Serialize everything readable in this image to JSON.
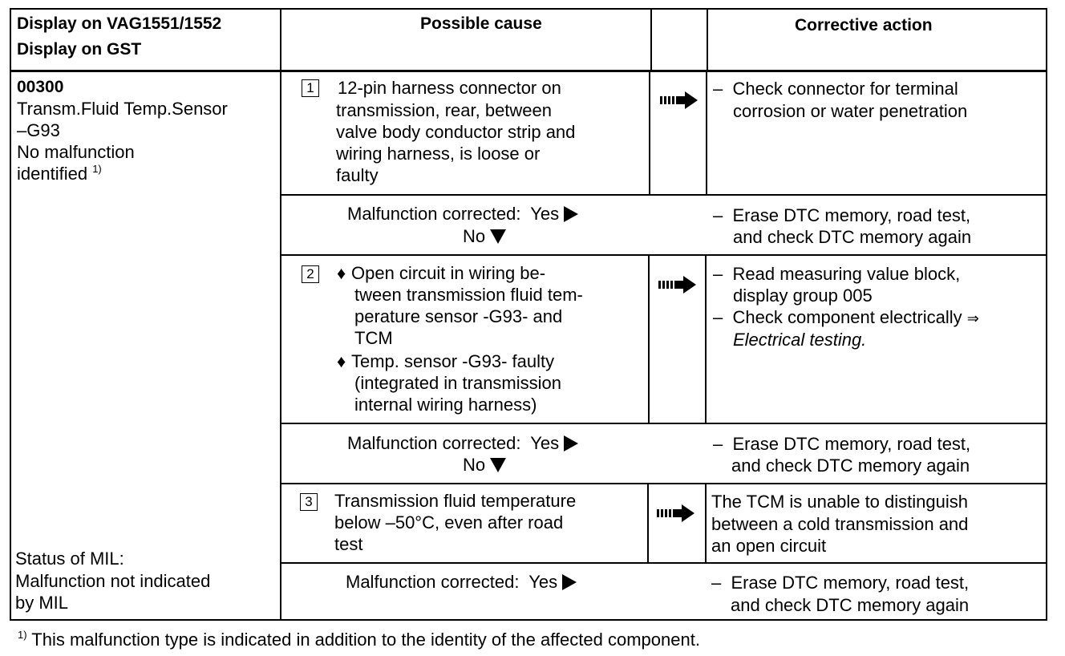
{
  "header": {
    "col1_line1": "Display on VAG1551/1552",
    "col1_line2": "Display on GST",
    "col2": "Possible cause",
    "col4": "Corrective action"
  },
  "left_column": {
    "code": "00300",
    "line1": "Transm.Fluid Temp.Sensor",
    "line2": "–G93",
    "line3": "No malfunction",
    "line4": "identified",
    "footnote_mark": "1)",
    "mil_line1": "Status of MIL:",
    "mil_line2": "Malfunction not indicated",
    "mil_line3": "by MIL"
  },
  "rows": [
    {
      "number": "1",
      "cause_lines": [
        "12-pin harness connector on",
        "transmission, rear, between",
        "valve body conductor strip and",
        "wiring harness, is loose or",
        "faulty"
      ],
      "action_lines": [
        "Check connector for terminal",
        "corrosion or water penetration"
      ]
    },
    {
      "number": "2",
      "cause_bullet1": [
        "Open circuit in wiring be-",
        "tween transmission fluid tem-",
        "perature sensor -G93- and",
        "TCM"
      ],
      "cause_bullet2": [
        "Temp. sensor -G93- faulty",
        "(integrated in transmission",
        "internal wiring harness)"
      ],
      "action_lines": [
        "Read measuring value block,",
        "display group 005",
        "Check component electrically",
        "Electrical testing."
      ],
      "action_link_arrow": "⇒"
    },
    {
      "number": "3",
      "cause_lines": [
        "Transmission fluid temperature",
        "below –50°C, even after road",
        "test"
      ],
      "action_lines": [
        "The TCM is unable to distinguish",
        "between a cold transmission and",
        "an open circuit"
      ]
    }
  ],
  "corrected": {
    "label": "Malfunction corrected:",
    "yes": "Yes",
    "no": "No",
    "action_line1": "Erase DTC memory, road test,",
    "action_line2": "and check DTC memory again"
  },
  "dash": "–",
  "bullet": "♦",
  "footnote": {
    "mark": "1)",
    "text": "This malfunction type is indicated in addition to the identity of the affected component."
  }
}
